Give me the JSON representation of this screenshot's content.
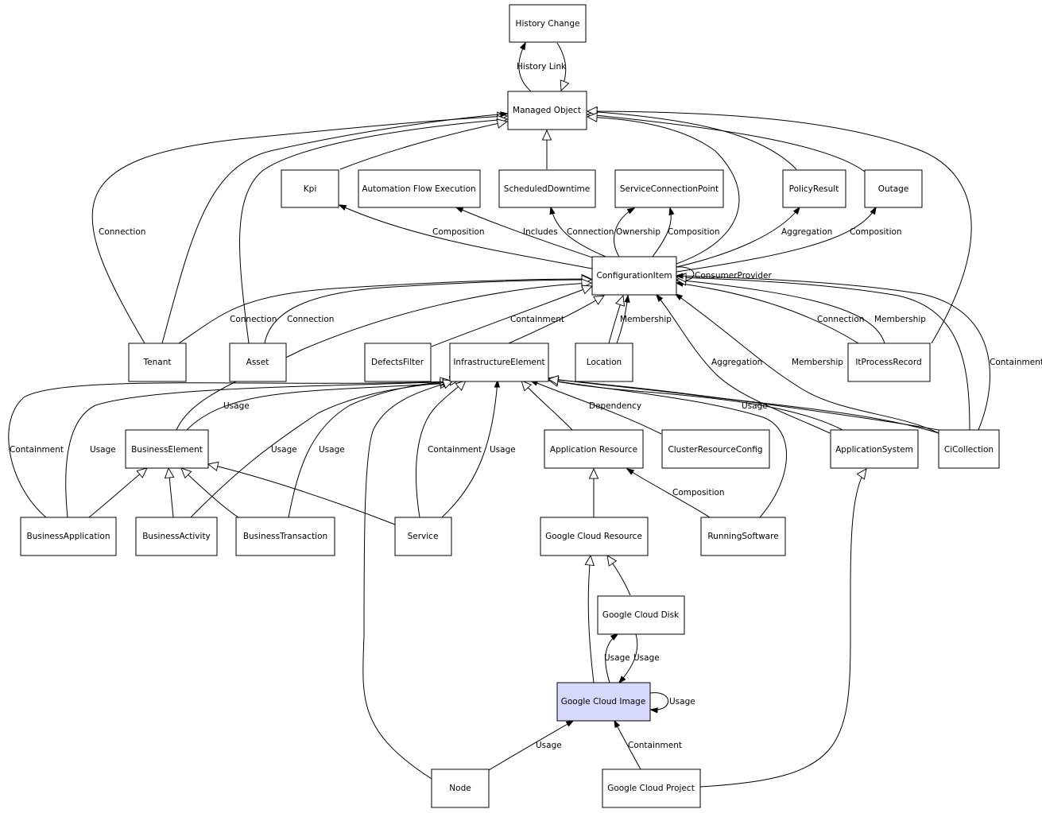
{
  "nodes": {
    "history_change": "History Change",
    "managed_object": "Managed Object",
    "kpi": "Kpi",
    "automation_flow_execution": "Automation Flow Execution",
    "scheduled_downtime": "ScheduledDowntime",
    "service_connection_point": "ServiceConnectionPoint",
    "policy_result": "PolicyResult",
    "outage": "Outage",
    "configuration_item": "ConfigurationItem",
    "tenant": "Tenant",
    "asset": "Asset",
    "defects_filter": "DefectsFilter",
    "infrastructure_element": "InfrastructureElement",
    "location": "Location",
    "it_process_record": "ItProcessRecord",
    "business_element": "BusinessElement",
    "application_resource": "Application Resource",
    "cluster_resource_config": "ClusterResourceConfig",
    "application_system": "ApplicationSystem",
    "ci_collection": "CiCollection",
    "business_application": "BusinessApplication",
    "business_activity": "BusinessActivity",
    "business_transaction": "BusinessTransaction",
    "service": "Service",
    "google_cloud_resource": "Google Cloud Resource",
    "running_software": "RunningSoftware",
    "google_cloud_disk": "Google Cloud Disk",
    "google_cloud_image": "Google Cloud Image",
    "node": "Node",
    "google_cloud_project": "Google Cloud Project"
  },
  "edges": {
    "history_link": "History Link",
    "tenant_mo": "Connection",
    "ci_kpi": "Composition",
    "ci_afe": "Includes",
    "ci_sd": "Connection",
    "ci_scp_own": "Ownership",
    "ci_scp_comp": "Composition",
    "ci_pr": "Aggregation",
    "ci_outage": "Composition",
    "consumer_provider": "ConsumerProvider",
    "tenant_ci": "Connection",
    "asset_ci": "Connection",
    "ie_ci": "Containment",
    "location_ci": "Membership",
    "appsys_ci": "Aggregation",
    "cicoll_ci_member": "Membership",
    "itpr_ci_conn": "Connection",
    "itpr_ci_member": "Membership",
    "cicoll_ci_cont": "Containment",
    "be_ie": "Usage",
    "ba_ie_cont": "Containment",
    "ba_ie_usage": "Usage",
    "bact_ie": "Usage",
    "bt_ie": "Usage",
    "service_ie_cont": "Containment",
    "service_ie_usage": "Usage",
    "crc_ie": "Dependency",
    "appsys_ie": "Usage",
    "rs_ar": "Composition",
    "image_disk": "Usage",
    "disk_image": "Usage",
    "image_self": "Usage",
    "node_image": "Usage",
    "project_image": "Containment"
  }
}
